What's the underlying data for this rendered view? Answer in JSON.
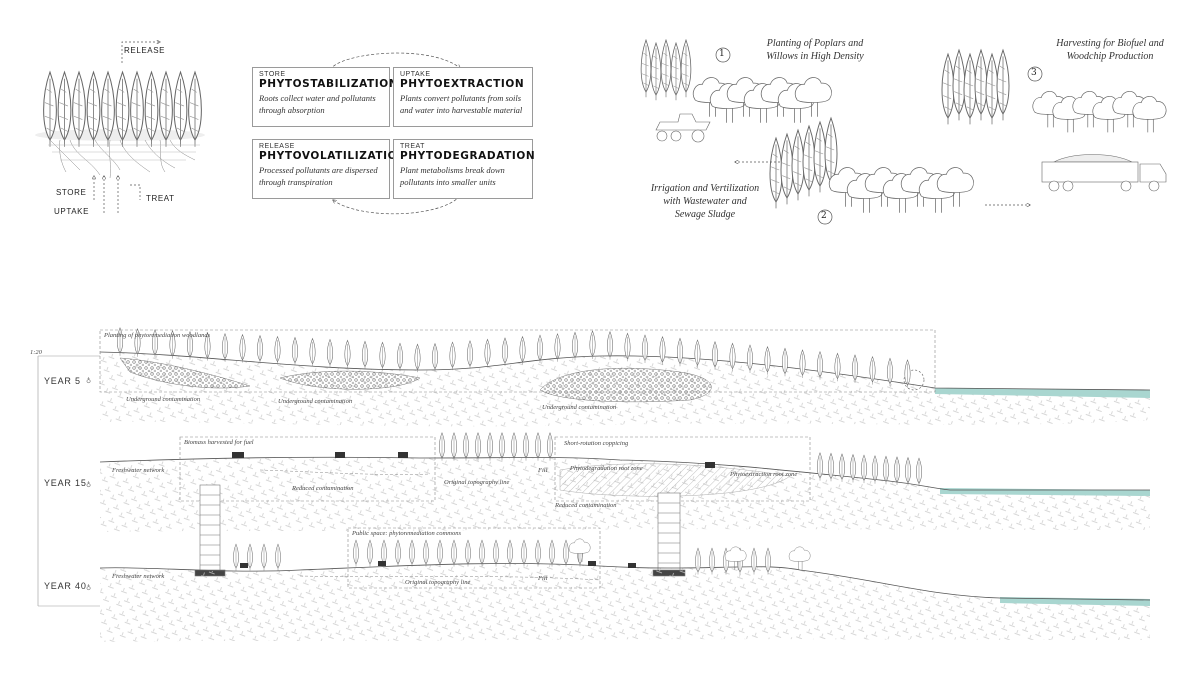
{
  "diagram": {
    "cycle_labels": {
      "release": "RELEASE",
      "store": "STORE",
      "uptake": "UPTAKE",
      "treat": "TREAT"
    },
    "cards": [
      {
        "tag": "STORE",
        "title": "PHYTOSTABILIZATION",
        "desc1": "Roots collect water and pollutants",
        "desc2": "through absorption"
      },
      {
        "tag": "UPTAKE",
        "title": "PHYTOEXTRACTION",
        "desc1": "Plants convert pollutants from soils",
        "desc2": "and water into harvestable material"
      },
      {
        "tag": "RELEASE",
        "title": "PHYTOVOLATILIZATION",
        "desc1": "Processed pollutants are dispersed",
        "desc2": "through transpiration"
      },
      {
        "tag": "TREAT",
        "title": "PHYTODEGRADATION",
        "desc1": "Plant metabolisms break down",
        "desc2": "pollutants into smaller units"
      }
    ],
    "steps": [
      {
        "num": "1",
        "line1": "Planting of Poplars and",
        "line2": "Willows in High Density",
        "line3": ""
      },
      {
        "num": "2",
        "line1": "Irrigation and Vertilization",
        "line2": "with Wastewater and",
        "line3": "Sewage Sludge"
      },
      {
        "num": "3",
        "line1": "Harvesting for Biofuel and",
        "line2": "Woodchip Production",
        "line3": ""
      }
    ],
    "section": {
      "scale": "1:20",
      "years": [
        "YEAR 5",
        "YEAR 15",
        "YEAR 40"
      ],
      "notes": {
        "planting": "Planting of phytoremediation woodlands",
        "uc1": "Underground contamination",
        "uc2": "Underground contamination",
        "uc3": "Underground contamination",
        "biomass": "Biomass harvested for fuel",
        "fresh15": "Freshwater network",
        "reduced1": "Reduced contamination",
        "orig15": "Original topography line",
        "fill15": "Fill",
        "src": "Short-rotation coppicing",
        "degr": "Phytodegradation root zone",
        "extr": "Phytoextraction root zone",
        "reduced2": "Reduced contamination",
        "public": "Public space: phytoremediation commons",
        "fresh40": "Freshwater network",
        "orig40": "Original topography line",
        "fill40": "Fill"
      }
    },
    "colors": {
      "water": "#a9d6d0",
      "line": "#555555",
      "hatch": "#bdbdbd"
    }
  }
}
